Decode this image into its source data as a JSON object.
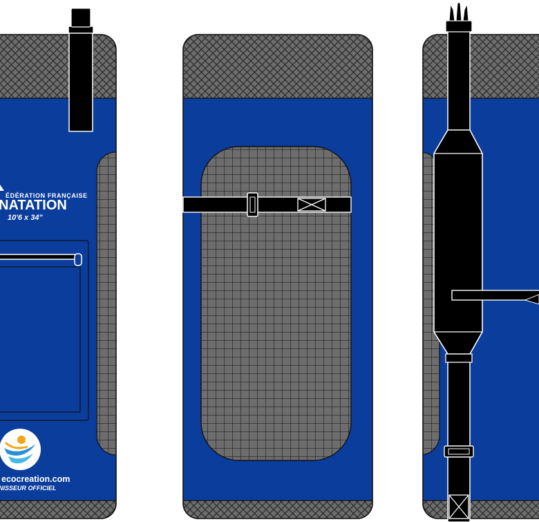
{
  "brand": {
    "federation_line": "ÉDÉRATION FRANÇAISE",
    "federation_name": "NATATION",
    "size": "10'6 x 34\"",
    "website": "ecocreation.com",
    "supplier": "NISSEUR OFFICIEL",
    "logo": "swimmer-logo-icon"
  },
  "colors": {
    "body_blue": "#0a3d9c",
    "mesh_gray": "#6d6d6d",
    "strap_black": "#000000",
    "outline_white": "#ffffff"
  },
  "views": [
    "front-view",
    "back-view",
    "side-view"
  ]
}
